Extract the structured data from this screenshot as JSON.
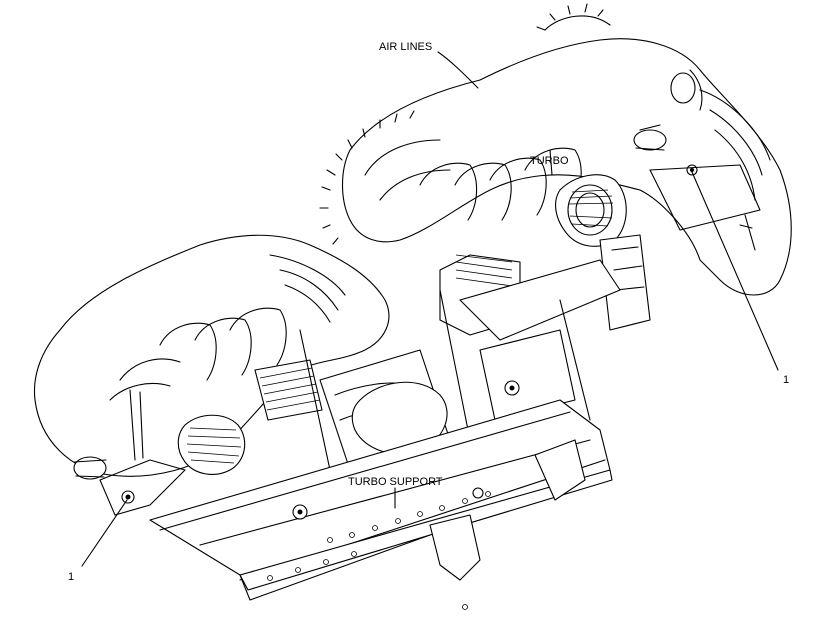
{
  "labels": {
    "air_lines": "AIR LINES",
    "turbo": "TURBO",
    "turbo_support": "TURBO SUPPORT",
    "callout_right": "1",
    "callout_left": "1"
  }
}
